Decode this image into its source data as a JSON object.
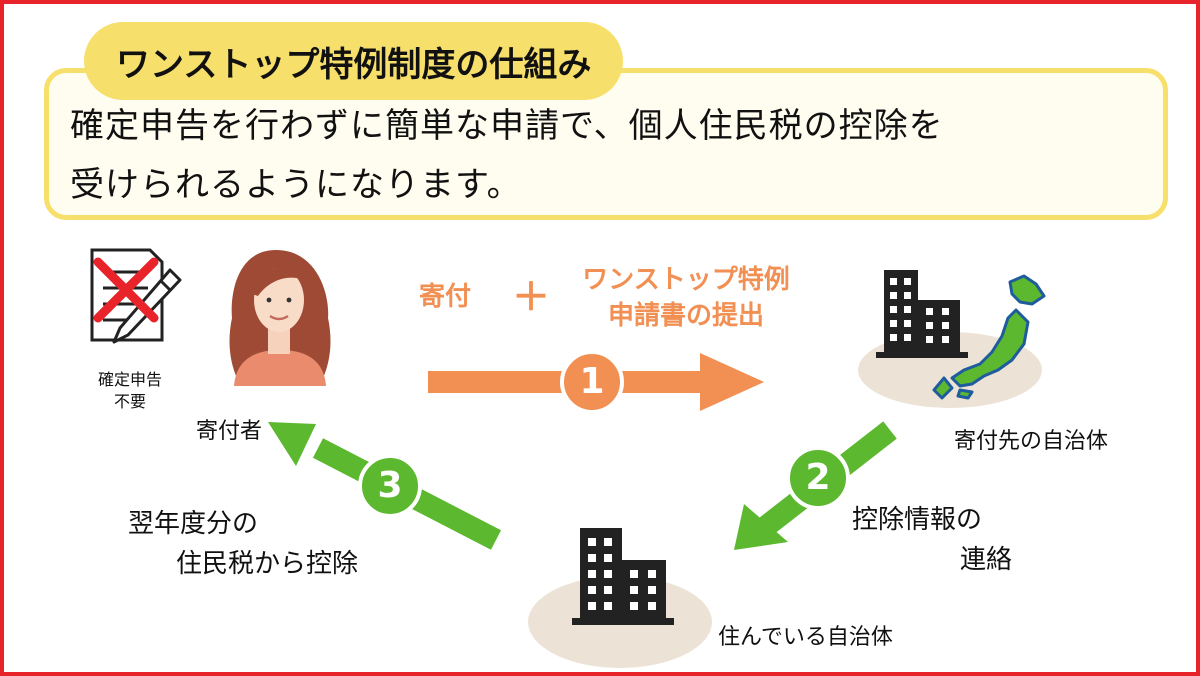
{
  "title": "ワンストップ特例制度の仕組み",
  "description": {
    "line1": "確定申告を行わずに簡単な申請で、個人住民税の控除を",
    "line2": "受けられるようになります。"
  },
  "no_tax_return": {
    "line1": "確定申告",
    "line2": "不要"
  },
  "donor_label": "寄付者",
  "step1": {
    "number": "1",
    "donation": "寄付",
    "plus": "＋",
    "line1": "ワンストップ特例",
    "line2": "申請書の提出"
  },
  "destination_label": "寄付先の自治体",
  "step2": {
    "number": "2",
    "line1": "控除情報の",
    "line2": "連絡"
  },
  "residence_label": "住んでいる自治体",
  "step3": {
    "number": "3",
    "line1": "翌年度分の",
    "line2": "住民税から控除"
  },
  "colors": {
    "border": "#e8242a",
    "yellow": "#f7df6b",
    "orange": "#f28f52",
    "green": "#5cb82e",
    "text": "#111111"
  }
}
